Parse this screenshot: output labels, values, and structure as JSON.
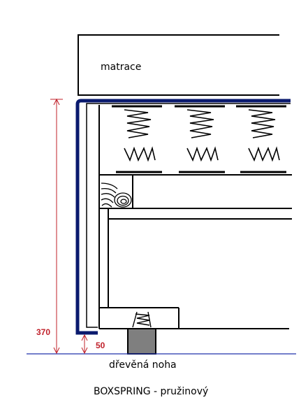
{
  "labels": {
    "mattress": "matrace",
    "leg": "dřevěná noha",
    "caption": "BOXSPRING - pružinový"
  },
  "dimensions": {
    "total_height": "370",
    "leg_height": "50"
  },
  "colors": {
    "frame_blue": "#0a1a6e",
    "dimension_red": "#c0202a",
    "floor_blue": "#2233aa",
    "leg_gray": "#7f7f7f",
    "line": "#000000"
  }
}
